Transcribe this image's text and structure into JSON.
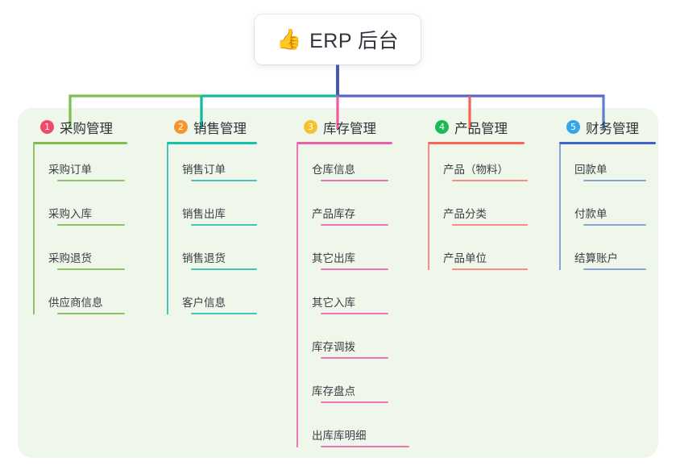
{
  "root": {
    "icon": "thumbs-up-emoji",
    "emoji": "👍",
    "title": "ERP 后台"
  },
  "theme": {
    "panel_bg": "#eef7e9",
    "page_bg": "#ffffff",
    "text": "#2f343b",
    "root_stem": "#4458b8"
  },
  "connector_colors": {
    "bar_left": "#7cbf4c",
    "bar_mid": "#13b8a0",
    "bar_right": "#5a63cf",
    "drop_1": "#7cbf4c",
    "drop_2": "#13b8a0",
    "drop_3": "#ee5ba2",
    "drop_4": "#f8615c",
    "drop_5": "#5a7fd4"
  },
  "columns": [
    {
      "index": "1",
      "title": "采购管理",
      "badge_color": "#f2486a",
      "rule_color": "#7cbf4c",
      "leaf_rule_color": "#8cc26a",
      "items": [
        "采购订单",
        "采购入库",
        "采购退货",
        "供应商信息"
      ]
    },
    {
      "index": "2",
      "title": "销售管理",
      "badge_color": "#f6952e",
      "rule_color": "#13c4ac",
      "leaf_rule_color": "#48c3b7",
      "items": [
        "销售订单",
        "销售出库",
        "销售退货",
        "客户信息"
      ]
    },
    {
      "index": "3",
      "title": "库存管理",
      "badge_color": "#f6c12e",
      "rule_color": "#ec5fae",
      "leaf_rule_color": "#ef74b4",
      "items": [
        "仓库信息",
        "产品库存",
        "其它出库",
        "其它入库",
        "库存调拨",
        "库存盘点",
        "出库库明细"
      ]
    },
    {
      "index": "4",
      "title": "产品管理",
      "badge_color": "#1db954",
      "rule_color": "#fb6356",
      "leaf_rule_color": "#f98d86",
      "items": [
        "产品（物料）",
        "产品分类",
        "产品单位"
      ]
    },
    {
      "index": "5",
      "title": "财务管理",
      "badge_color": "#33a7e8",
      "rule_color": "#3f63c8",
      "leaf_rule_color": "#8ba4d8",
      "items": [
        "回款单",
        "付款单",
        "结算账户"
      ]
    }
  ]
}
